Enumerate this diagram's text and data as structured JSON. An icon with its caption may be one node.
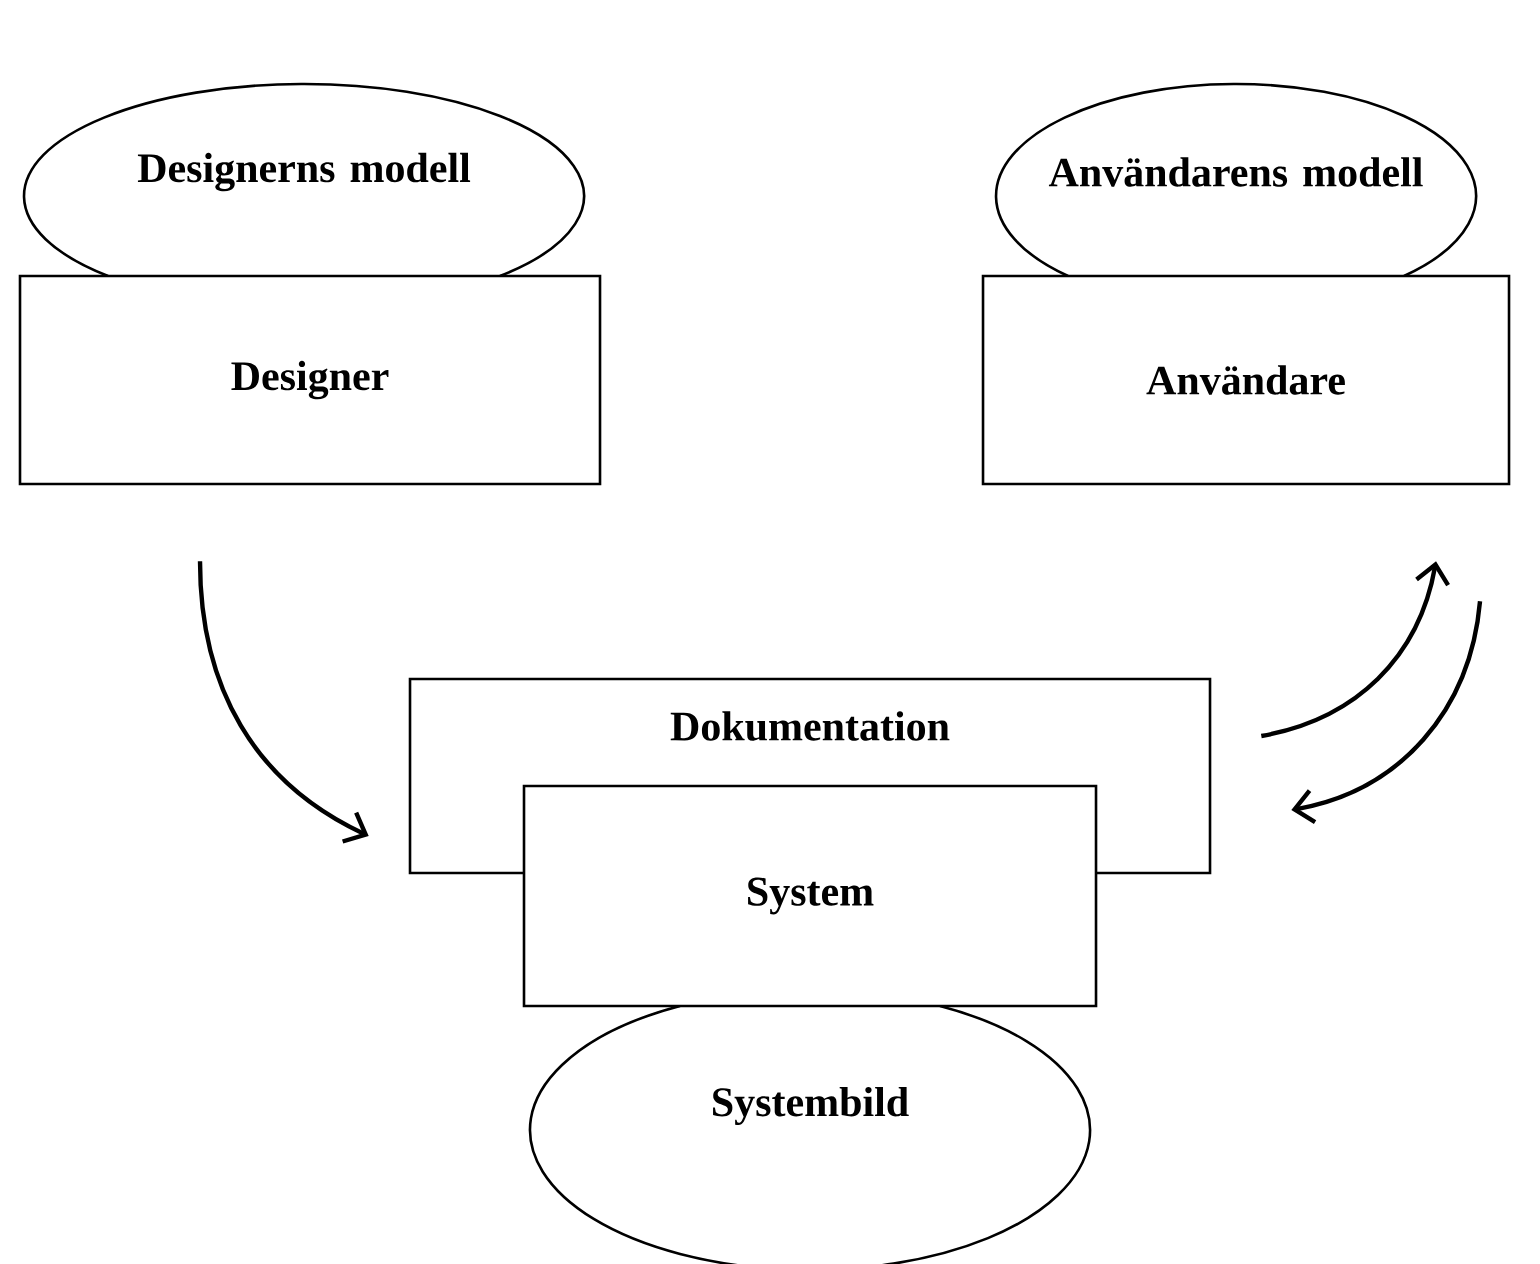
{
  "diagram": {
    "nodes": [
      {
        "text": [
          "Designerns modell"
        ]
      },
      {
        "text": [
          "Designer"
        ]
      },
      {
        "text": [
          "Användarens modell"
        ]
      },
      {
        "text": [
          "Användare"
        ]
      },
      {
        "text": [
          "Dokumentation"
        ]
      },
      {
        "text": [
          "System"
        ]
      },
      {
        "text": [
          "Systembild"
        ]
      }
    ],
    "edges": [
      {
        "from": 1,
        "to": 4,
        "arrow": "to"
      },
      {
        "from": 4,
        "to": 3,
        "arrow": "to"
      },
      {
        "from": 3,
        "to": 4,
        "arrow": "to"
      }
    ]
  }
}
